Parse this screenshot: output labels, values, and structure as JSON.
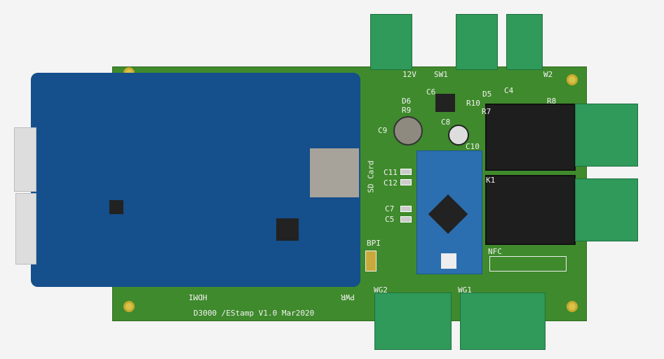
{
  "board": {
    "title": "D3000 /EStamp V1.0 Mar2020"
  },
  "labels": {
    "v12": "12V",
    "sw1": "SW1",
    "sw2": "W2",
    "d6": "D6",
    "r9": "R9",
    "c6": "C6",
    "r10": "R10",
    "d5": "D5",
    "c4": "C4",
    "r7": "R7",
    "r8": "R8",
    "c9": "C9",
    "c8": "C8",
    "c10": "C10",
    "c11": "C11",
    "c12": "C12",
    "c7": "C7",
    "c5": "C5",
    "sd": "SD Card",
    "bpi": "BPI",
    "nfc": "NFC",
    "wg2": "WG2",
    "wg1": "WG1",
    "pwr": "PWR",
    "hdmi": "HDMI",
    "k1": "K1"
  },
  "colors": {
    "pcb": "#3f8a2c",
    "terminal": "#2f9a5a",
    "pi_board": "#154f8c",
    "nano": "#2c6fb0"
  }
}
